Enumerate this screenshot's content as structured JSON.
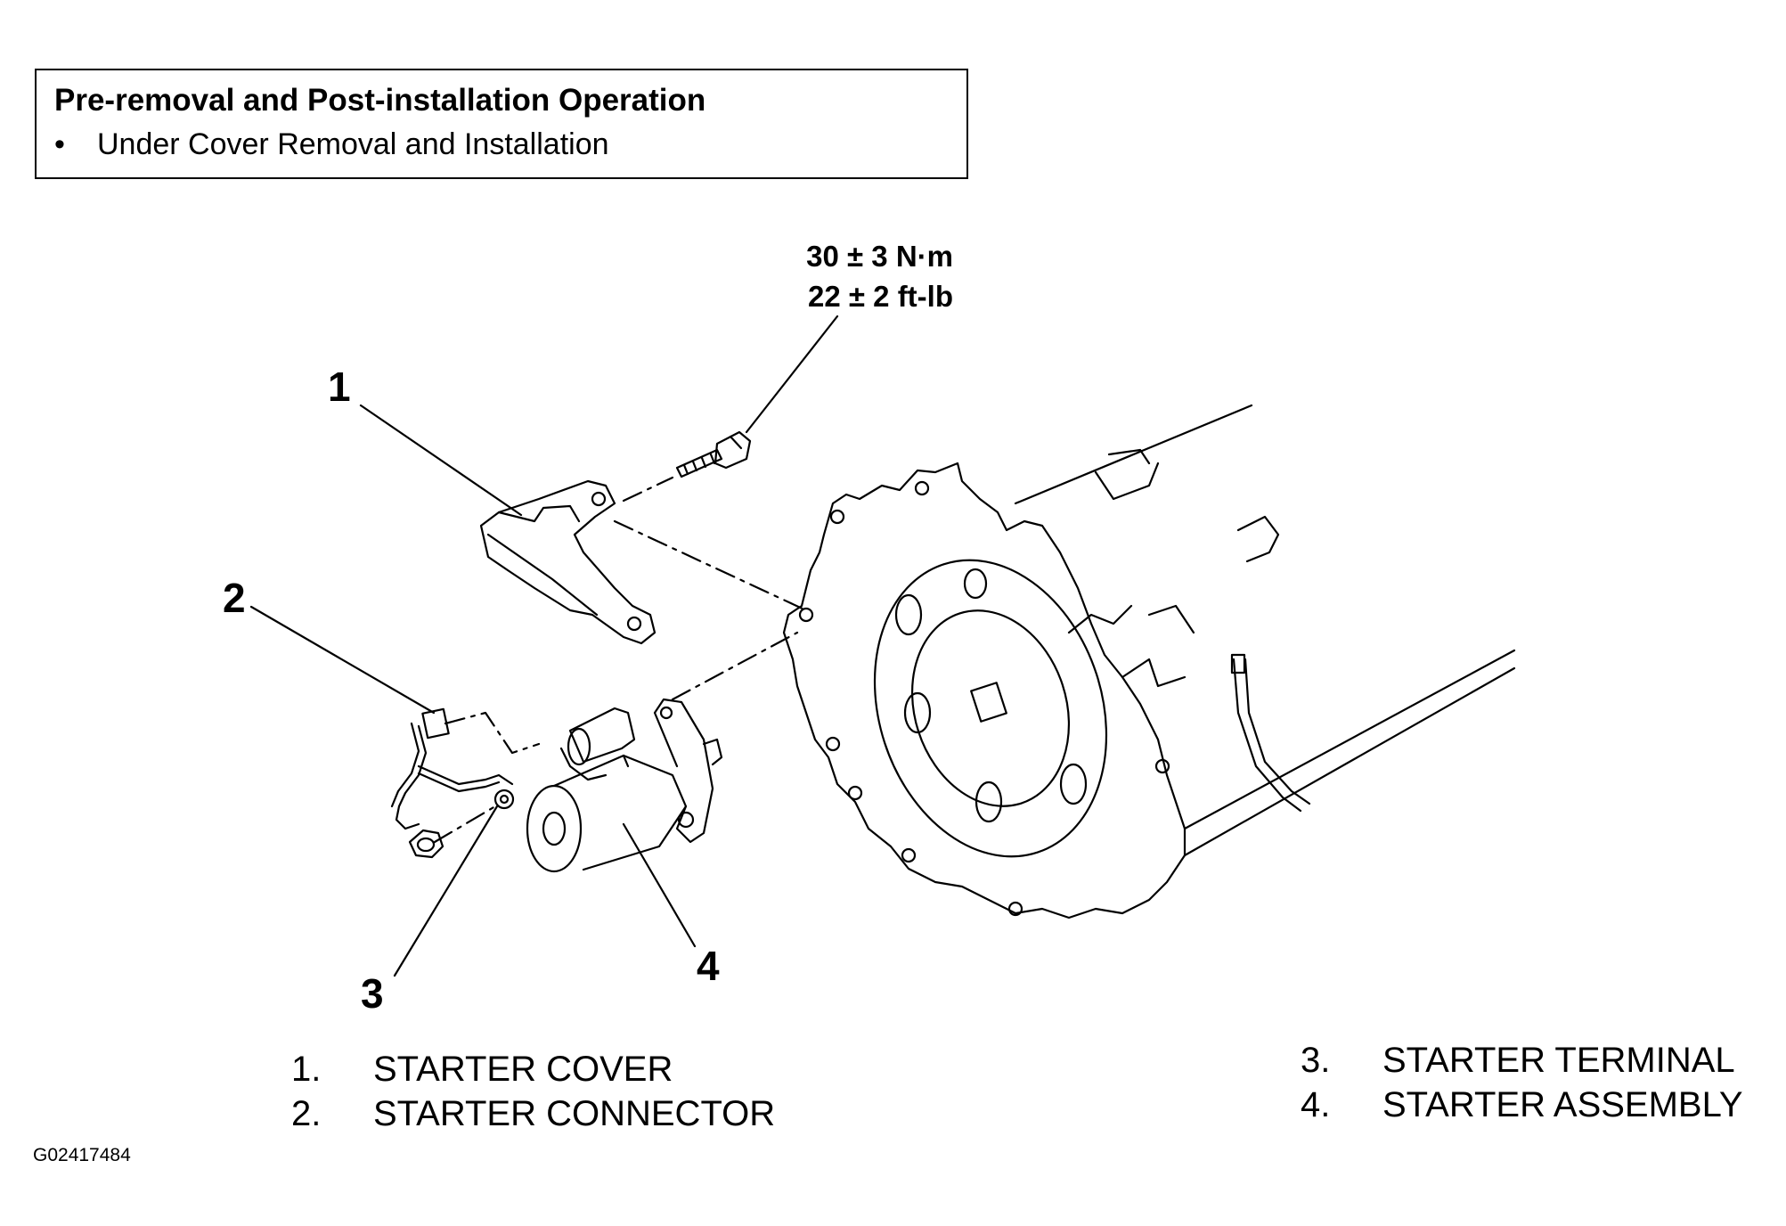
{
  "note": {
    "title": "Pre-removal and Post-installation Operation",
    "bullet": "•",
    "item": "Under Cover Removal and Installation"
  },
  "torque": {
    "metric": "30 ± 3 N·m",
    "imperial": "22 ± 2 ft-lb"
  },
  "callouts": [
    "1",
    "2",
    "3",
    "4"
  ],
  "legend": [
    {
      "num": "1.",
      "label": "STARTER COVER"
    },
    {
      "num": "2.",
      "label": "STARTER CONNECTOR"
    },
    {
      "num": "3.",
      "label": "STARTER TERMINAL"
    },
    {
      "num": "4.",
      "label": "STARTER ASSEMBLY"
    }
  ],
  "figure_id": "G02417484"
}
